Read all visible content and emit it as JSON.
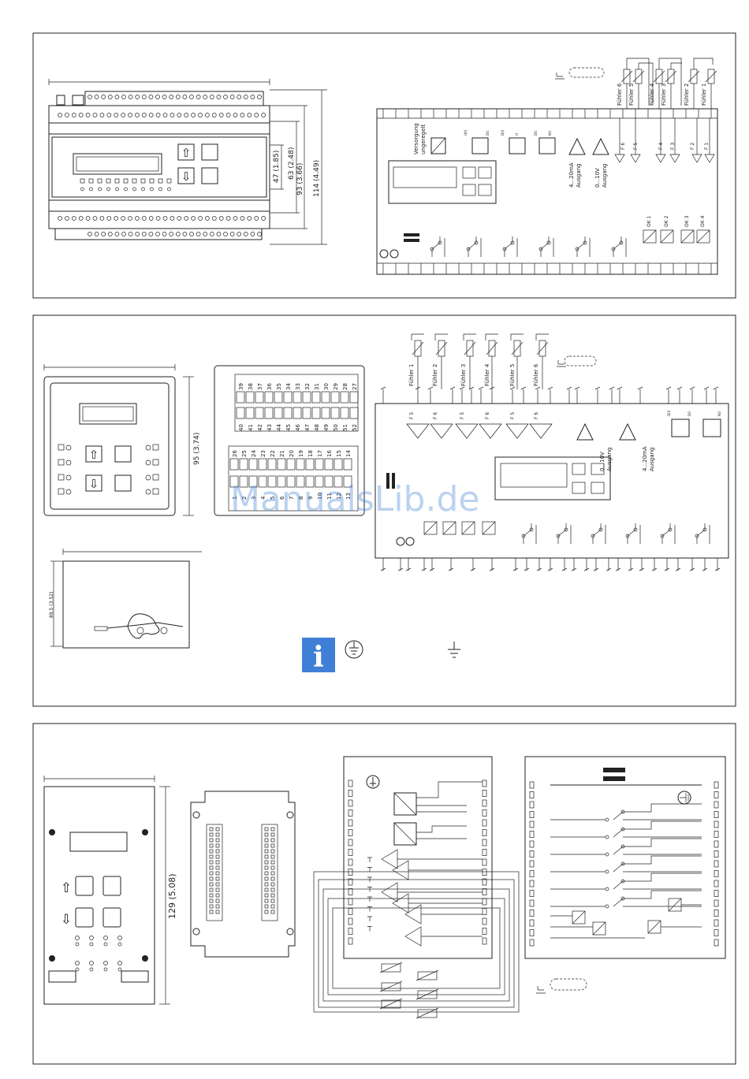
{
  "watermark": "ManualsLib.de",
  "panel1": {
    "dims": [
      "47 (1.85)",
      "63 (2.48)",
      "93 (3.66)",
      "114 (4.49)"
    ],
    "sensors": [
      "Fühler 6",
      "Fühler 5",
      "Fühler 4",
      "Fühler 3",
      "Fühler 2",
      "Fühler 1"
    ],
    "supply": [
      "Versorgung",
      "ungeregelt"
    ],
    "out_current": [
      "4...20mA",
      "Ausgang"
    ],
    "out_voltage": [
      "0...10V",
      "Ausgang"
    ],
    "f_labels": [
      "F 6",
      "F 5",
      "F 4",
      "F 3",
      "F 2",
      "F 1"
    ],
    "ok_labels": [
      "OK 1",
      "OK 2",
      "OK 3",
      "OK 4"
    ],
    "small_labels": [
      "U(I)",
      "DO",
      "D(I)",
      "U",
      "DO",
      "NO"
    ]
  },
  "panel2": {
    "dim_front": "95 (3.74)",
    "dim_side": "89.5 (3.52)",
    "sensors": [
      "Fühler 1",
      "Fühler 2",
      "Fühler 3",
      "Fühler 4",
      "Fühler 5",
      "Fühler 6"
    ],
    "f_labels": [
      "F 5",
      "F 6",
      "F 5",
      "F 6",
      "F 5",
      "F 6"
    ],
    "out_voltage": [
      "0...10V",
      "Ausgang"
    ],
    "out_current": [
      "4...20mA",
      "Ausgang"
    ],
    "row_top1": [
      "39",
      "38",
      "37",
      "36",
      "35",
      "34",
      "33",
      "32",
      "31",
      "30",
      "29",
      "28",
      "27"
    ],
    "row_top2": [
      "40",
      "41",
      "42",
      "43",
      "44",
      "45",
      "46",
      "47",
      "48",
      "49",
      "50",
      "51",
      "52"
    ],
    "row_bot1": [
      "26",
      "25",
      "24",
      "23",
      "22",
      "21",
      "20",
      "19",
      "18",
      "17",
      "16",
      "15",
      "14"
    ],
    "row_bot2": [
      "1",
      "2",
      "3",
      "4",
      "5",
      "6",
      "7",
      "8",
      "9",
      "10",
      "11",
      "12",
      "13"
    ],
    "info_icon": "info-icon",
    "small_labels": [
      "D(I)",
      "DO",
      "NO"
    ]
  },
  "panel3": {
    "dim": "129 (5.08)"
  }
}
